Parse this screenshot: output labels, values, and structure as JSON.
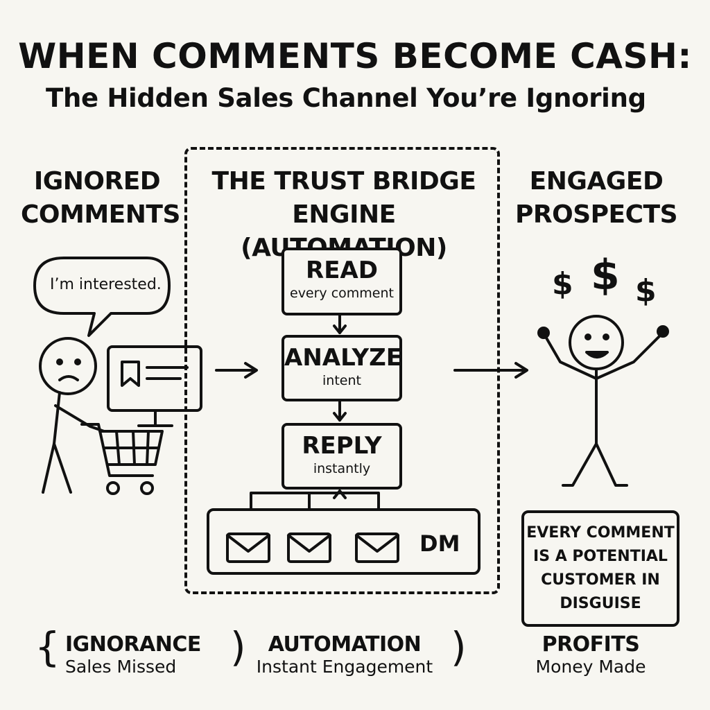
{
  "title": "WHEN COMMENTS BECOME CASH:",
  "subtitle": "The Hidden Sales Channel You’re Ignoring",
  "left_section": {
    "heading_line1": "IGNORED",
    "heading_line2": "COMMENTS",
    "speech_bubble": "I’m interested."
  },
  "engine": {
    "heading_line1": "THE TRUST BRIDGE",
    "heading_line2": "ENGINE (AUTOMATION)",
    "steps": [
      {
        "label": "READ",
        "detail": "every comment"
      },
      {
        "label": "ANALYZE",
        "detail": "intent"
      },
      {
        "label": "REPLY",
        "detail": "instantly"
      }
    ],
    "dm_label": "DM"
  },
  "right_section": {
    "heading_line1": "ENGAGED",
    "heading_line2": "PROSPECTS",
    "dollar_symbol": "$",
    "note_lines": [
      "EVERY COMMENT",
      "IS A POTENTIAL",
      "CUSTOMER IN",
      "DISGUISE"
    ]
  },
  "footer": {
    "col1": {
      "heading": "IGNORANCE",
      "sub": "Sales Missed"
    },
    "col2": {
      "heading": "AUTOMATION",
      "sub": "Instant Engagement"
    },
    "col3": {
      "heading": "PROFITS",
      "sub": "Money Made"
    },
    "brace_open": "{",
    "brace_close": ")"
  },
  "icons": [
    "sad-stick-figure-icon",
    "shopping-cart-icon",
    "computer-monitor-icon",
    "arrow-right-icon",
    "arrow-down-icon",
    "arrow-up-icon",
    "envelope-icon",
    "happy-stick-figure-icon",
    "dollar-icon"
  ]
}
